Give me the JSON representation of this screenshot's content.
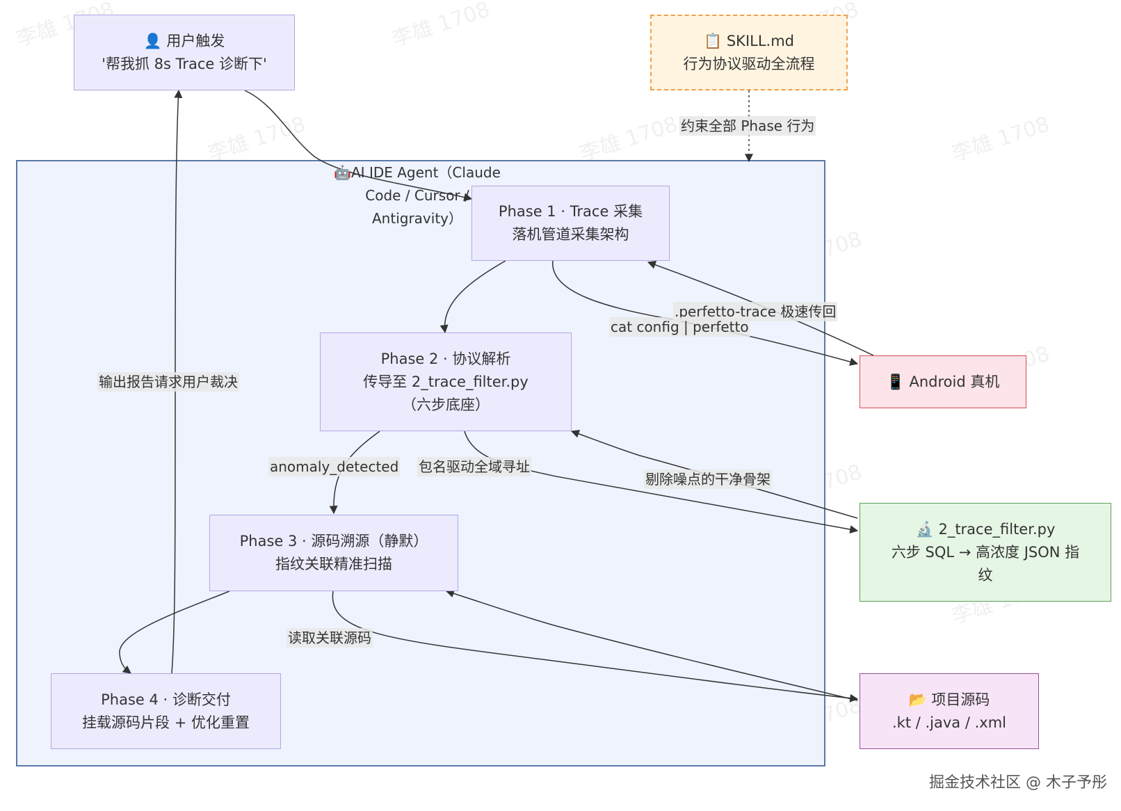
{
  "watermark": "李雄 1708",
  "cluster": {
    "label_icon": "🤖",
    "label": "AI IDE Agent（Claude Code / Cursor / Antigravity）"
  },
  "nodes": {
    "user": {
      "icon": "👤",
      "line1": "用户触发",
      "line2": "'帮我抓 8s Trace 诊断下'"
    },
    "skill": {
      "icon": "📋",
      "line1": "SKILL.md",
      "line2": "行为协议驱动全流程"
    },
    "phase1": {
      "line1": "Phase 1 · Trace 采集",
      "line2": "落机管道采集架构"
    },
    "phase2": {
      "line1": "Phase 2 · 协议解析",
      "line2": "传导至 2_trace_filter.py",
      "line3": "（六步底座）"
    },
    "phase3": {
      "line1": "Phase 3 · 源码溯源（静默）",
      "line2": "指纹关联精准扫描"
    },
    "phase4": {
      "line1": "Phase 4 · 诊断交付",
      "line2": "挂载源码片段 + 优化重置"
    },
    "android": {
      "icon": "📱",
      "line1": "Android 真机"
    },
    "filter": {
      "icon": "🔬",
      "line1": "2_trace_filter.py",
      "line2": "六步 SQL → 高浓度 JSON 指",
      "line3": "纹"
    },
    "source": {
      "icon": "📂",
      "line1": "项目源码",
      "line2": ".kt / .java / .xml"
    }
  },
  "edge_labels": {
    "skill_constraint": "约束全部 Phase 行为",
    "perfetto_return": ".perfetto-trace 极速传回",
    "cat_config": "cat config | perfetto",
    "anomaly": "anomaly_detected",
    "package_driven": "包名驱动全域寻址",
    "clean_skeleton": "剔除噪点的干净骨架",
    "read_source": "读取关联源码",
    "output_report": "输出报告请求用户裁决"
  },
  "icons": [
    "robot-icon",
    "user-icon",
    "clipboard-icon",
    "phone-icon",
    "microscope-icon",
    "folder-icon"
  ],
  "colors": {
    "cluster_fill": "#eef3fe",
    "cluster_border": "#5b78a7",
    "phase_fill": "#ecebfe",
    "phase_border": "#b3a6e2",
    "skill_fill": "#fff4e0",
    "skill_border": "#f0a04b",
    "android_fill": "#fde4e8",
    "android_border": "#dc4b56",
    "filter_fill": "#e6f6e4",
    "filter_border": "#5aa05a",
    "source_fill": "#f7e5f7",
    "source_border": "#9a4d9a"
  },
  "credit": "掘金技术社区 @ 木子予彤"
}
